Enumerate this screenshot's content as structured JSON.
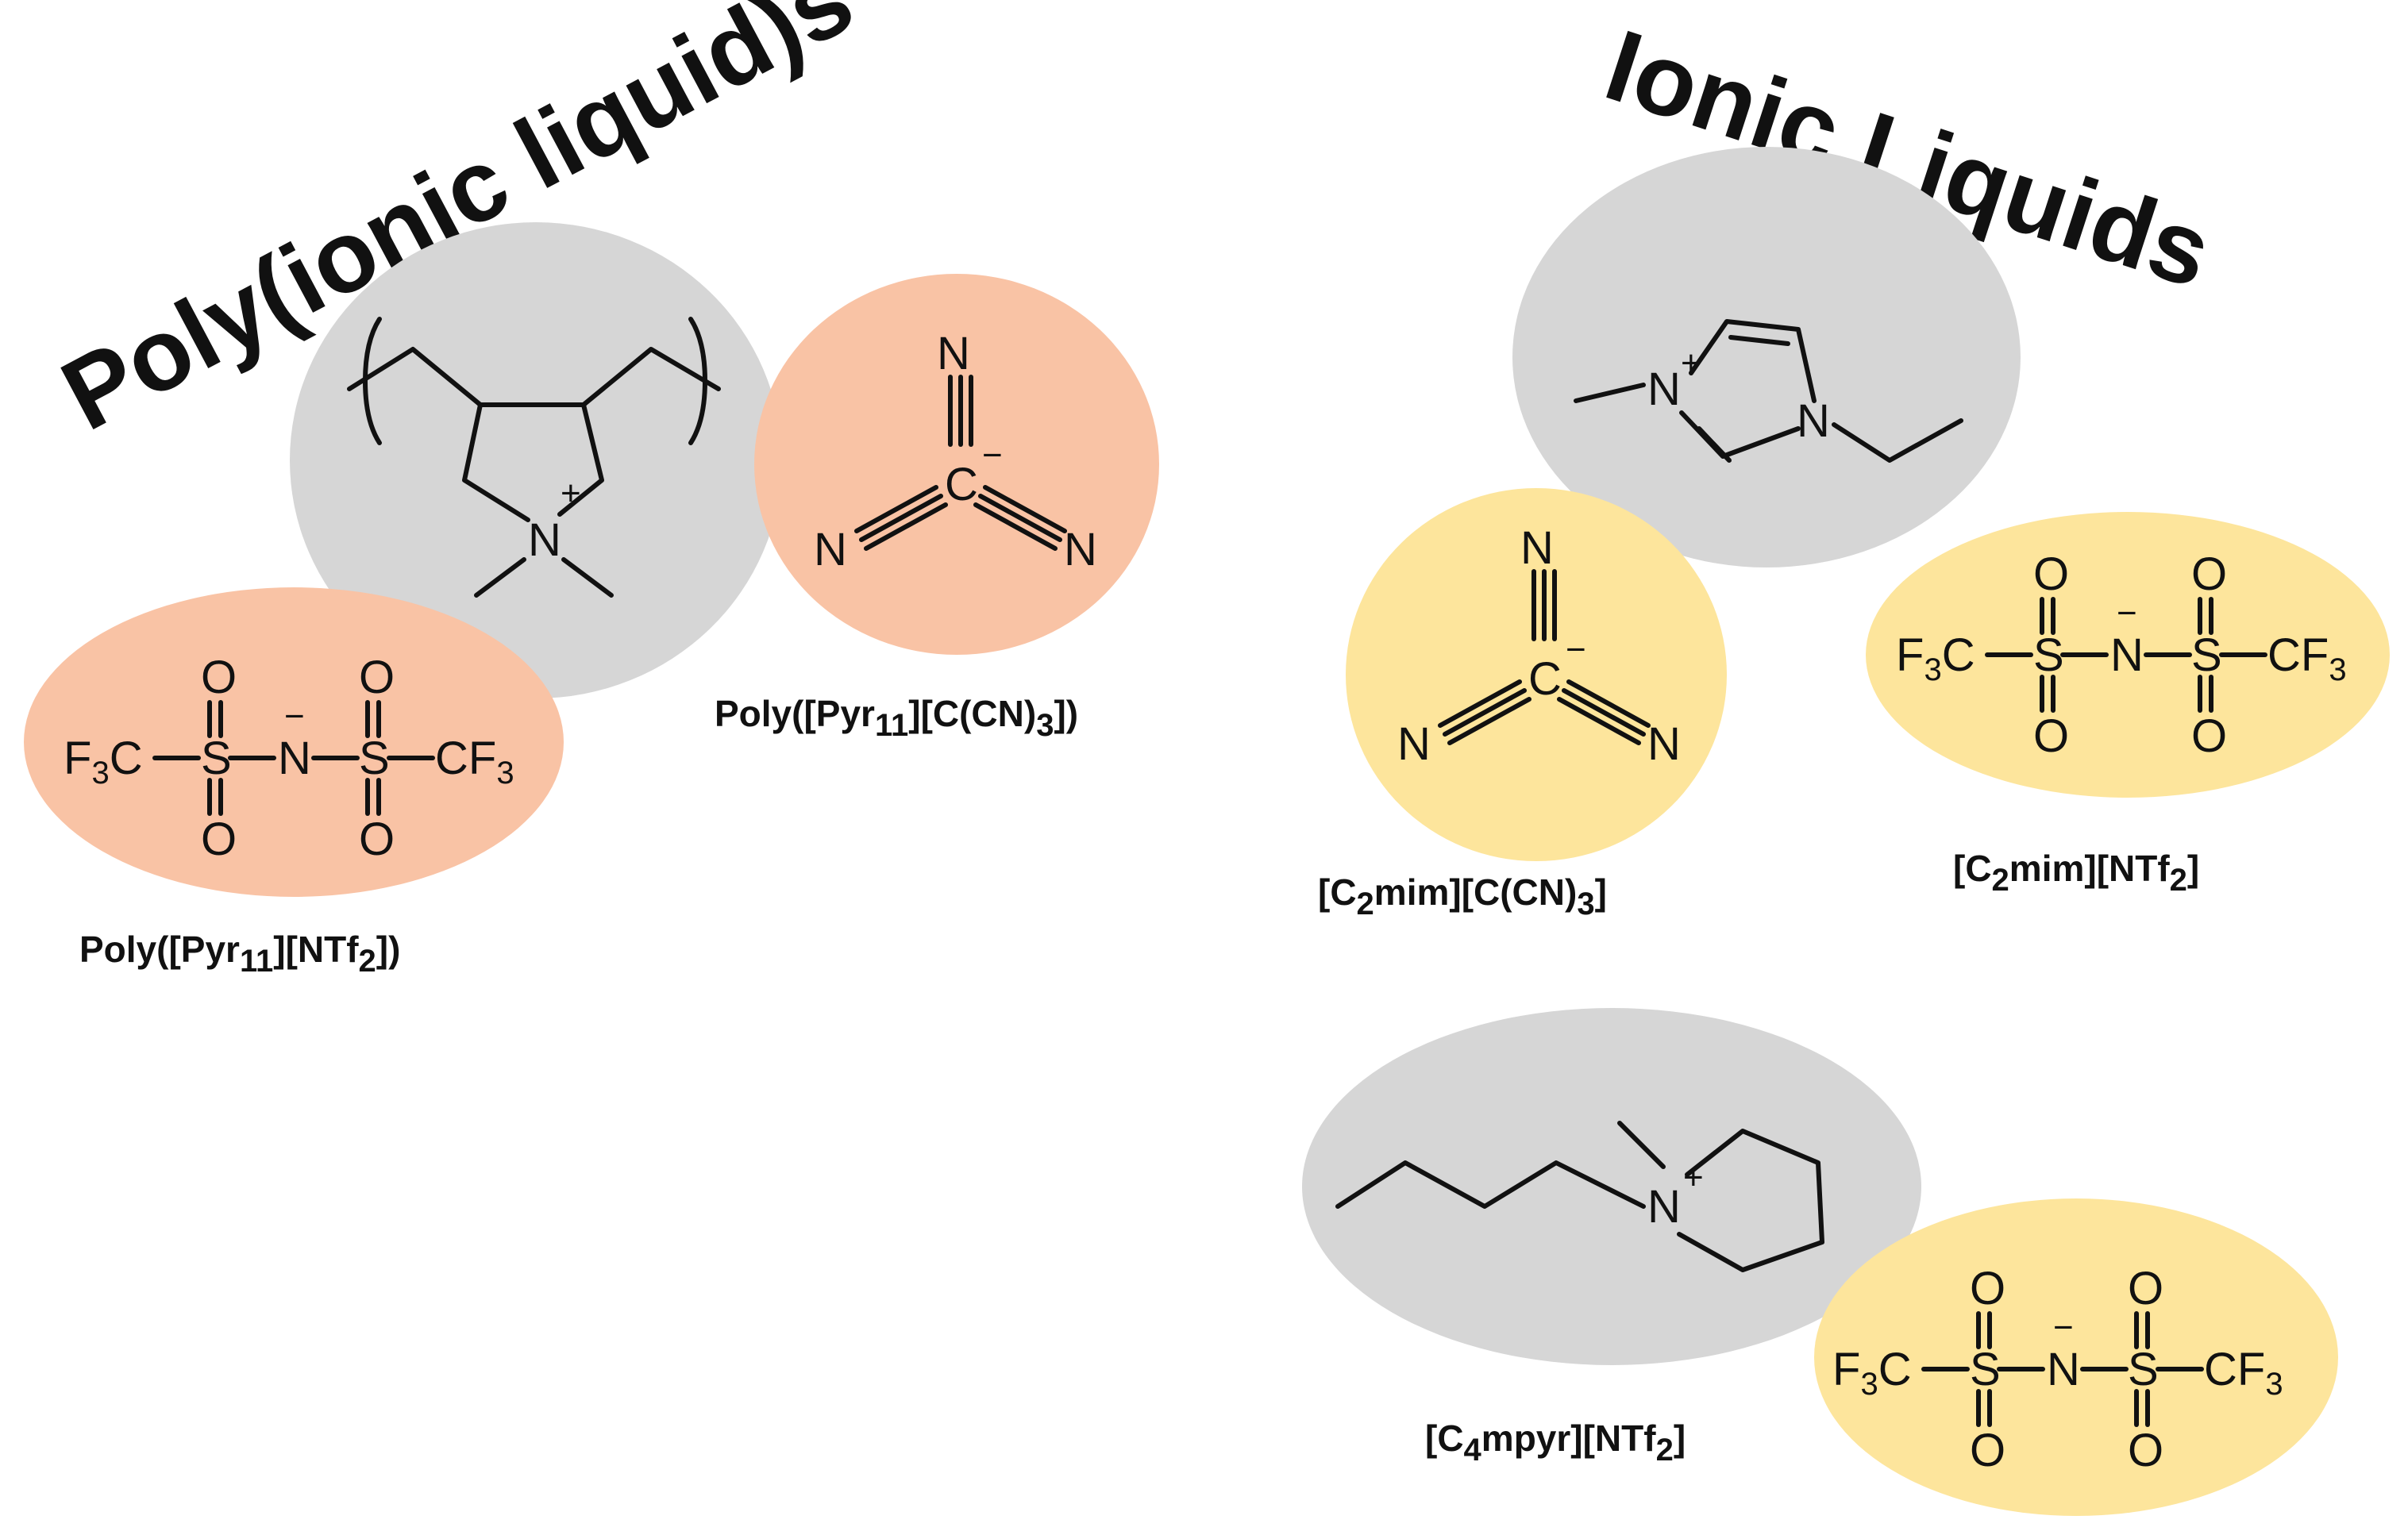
{
  "headings": {
    "poly": "Poly(ionic liquid)s",
    "ionic": "Ionic Liquids"
  },
  "colors": {
    "cation_gray": "#d6d6d6",
    "poly_anion_salmon": "#f9c3a5",
    "il_anion_yellow": "#fde59c",
    "ink": "#111111"
  },
  "captions": {
    "poly_ntf2": {
      "pre": "Poly([Pyr",
      "sub": "11",
      "post": "][NTf",
      "sub2": "2",
      "end": "])"
    },
    "poly_ccn3": {
      "pre": "Poly([Pyr",
      "sub": "11",
      "post": "][C(CN)",
      "sub2": "3",
      "end": "])"
    },
    "c2mim_ccn3": {
      "pre": "[C",
      "sub": "2",
      "post": "mim][C(CN)",
      "sub2": "3",
      "end": "]"
    },
    "c2mim_ntf2": {
      "pre": "[C",
      "sub": "2",
      "post": "mim][NTf",
      "sub2": "2",
      "end": "]"
    },
    "c4mpyr_ntf2": {
      "pre": "[C",
      "sub": "4",
      "post": "mpyr][NTf",
      "sub2": "2",
      "end": "]"
    }
  },
  "atoms": {
    "N": "N",
    "C": "C",
    "S": "S",
    "O": "O",
    "F3C": "F",
    "three": "3",
    "CF3_C": "CF",
    "plus": "+",
    "minus": "−"
  }
}
